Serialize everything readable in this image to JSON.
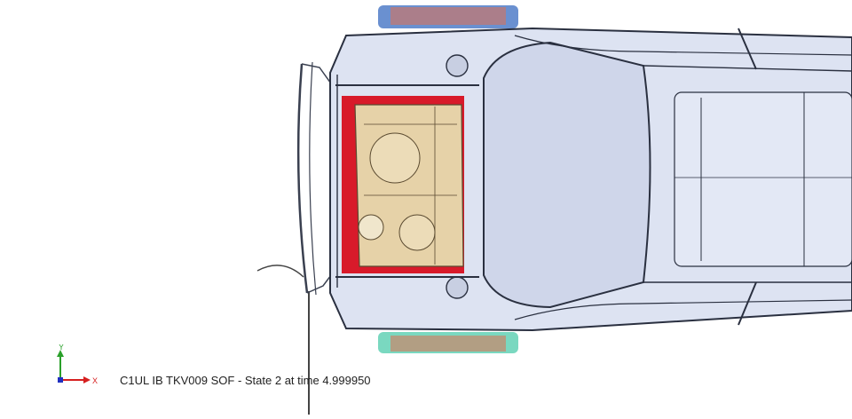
{
  "viewport": {
    "caption": "C1UL IB TKV009 SOF - State 2 at time 4.999950",
    "background": "#ffffff"
  },
  "triad": {
    "x_label": "X",
    "y_label": "Y",
    "x_color": "#d62020",
    "y_color": "#2aa02a",
    "z_color": "#2030c0"
  },
  "model": {
    "body_color": "#dde3f2",
    "edge_color": "#2a3040",
    "engine_color": "#e6d2a8",
    "bay_color": "#d81a2a",
    "barrier_color": "#444444",
    "tire_top_color": "#6a90d0",
    "tire_bottom_color": "#7ad8c0",
    "tire_tread_color": "#e07050"
  }
}
